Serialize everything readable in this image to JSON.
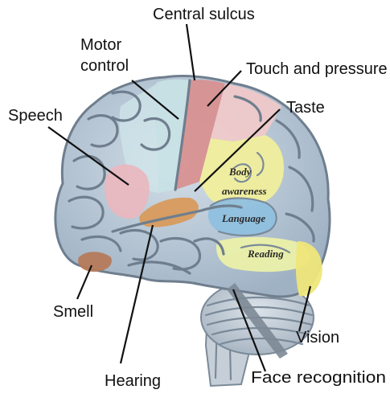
{
  "labels": {
    "central_sulcus": "Central sulcus",
    "motor_control_line1": "Motor",
    "motor_control_line2": "control",
    "touch_and_pressure": "Touch and pressure",
    "taste": "Taste",
    "speech": "Speech",
    "body_awareness_line1": "Body",
    "body_awareness_line2": "awareness",
    "language": "Language",
    "reading": "Reading",
    "smell": "Smell",
    "vision": "Vision",
    "hearing": "Hearing",
    "face_recognition": "Face recognition"
  },
  "colors": {
    "cortex": "#b9c8d6",
    "motor_region": "#c8e2e6",
    "sensory_region": "#d98f8f",
    "upper_parietal": "#f2c9c9",
    "body_awareness": "#f0ee9c",
    "language": "#8fc0df",
    "reading": "#eef3a6",
    "speech": "#e9b7bf",
    "hearing": "#d89a5c",
    "smell": "#b57a5a",
    "vision": "#efe77a",
    "cerebellum": "#c9d2db",
    "brainstem": "#c6cfd8"
  }
}
